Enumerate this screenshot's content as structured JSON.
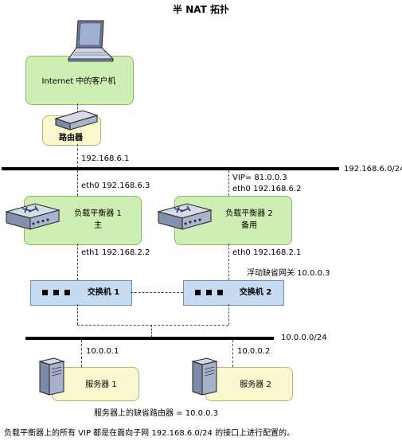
{
  "title": "半 NAT 拓扑",
  "nodes": {
    "client": {
      "label": "Internet 中的客户机"
    },
    "router": {
      "label": "路由器"
    },
    "lb1": {
      "name": "负载平衡器 1",
      "role": "主"
    },
    "lb2": {
      "name": "负载平衡器 2",
      "role": "备用"
    },
    "switch1": {
      "label": "交换机 1"
    },
    "switch2": {
      "label": "交换机 2"
    },
    "server1": {
      "label": "服务器 1"
    },
    "server2": {
      "label": "服务器 2"
    }
  },
  "addresses": {
    "router_ip": "192.168.6.1",
    "upper_network": "192.168.6.0/24",
    "lb1_eth0": "eth0 192.168.6.3",
    "lb2_vip": "VIP= 81.0.0.3",
    "lb2_eth0": "eth0 192.168.6.2",
    "lb1_eth1": "eth1 192.168.2.2",
    "lb2_eth0_lower": "eth0 192.168.2.1",
    "floating_gateway": "浮动缺省网关 10.0.0.3",
    "lower_network": "10.0.0.0/24",
    "server1_ip": "10.0.0.1",
    "server2_ip": "10.0.0.2"
  },
  "notes": {
    "default_route": "服务器上的缺省路由器 = 10.0.0.3",
    "footer": "负载平衡器上的所有 VIP 都是在面向子网 192.168.6.0/24 的接口上进行配置的。"
  },
  "colors": {
    "green_box": "#cfeeb4",
    "yellow_box": "#fbf8cf",
    "switch_blue": "#c6daf0"
  }
}
